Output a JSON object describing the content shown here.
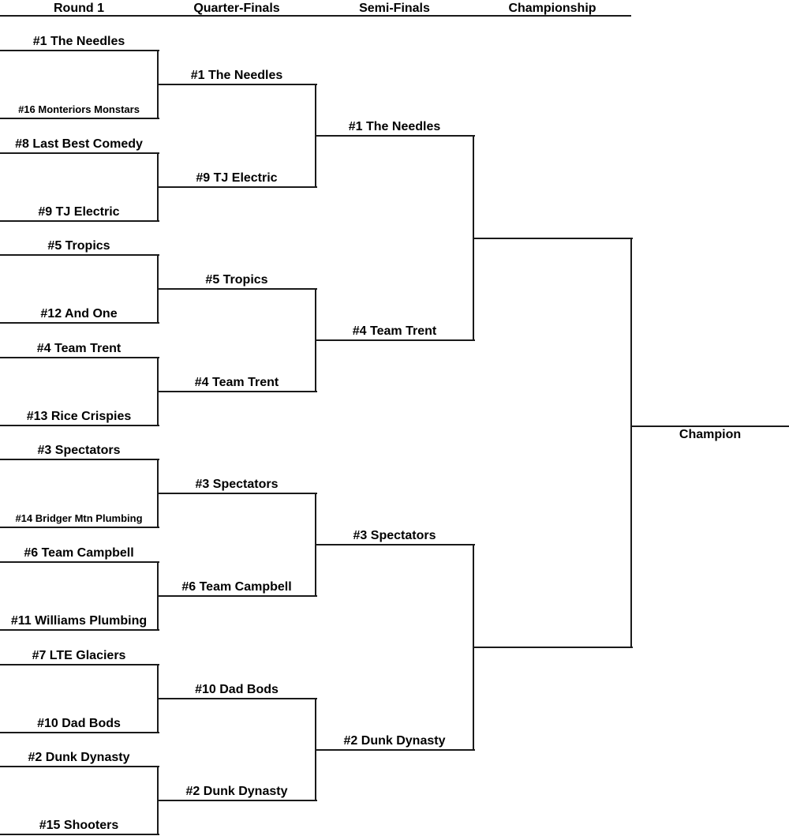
{
  "headers": [
    "Round 1",
    "Quarter-Finals",
    "Semi-Finals",
    "Championship"
  ],
  "round1": [
    "#1 The Needles",
    "#16 Monteriors Monstars",
    "#8 Last Best Comedy",
    "#9 TJ Electric",
    "#5 Tropics",
    "#12 And One",
    "#4 Team Trent",
    "#13 Rice Crispies",
    "#3 Spectators",
    "#14 Bridger Mtn Plumbing",
    "#6 Team Campbell",
    "#11 Williams Plumbing",
    "#7 LTE Glaciers",
    "#10 Dad Bods",
    "#2 Dunk Dynasty",
    "#15 Shooters"
  ],
  "quarterfinals": [
    "#1 The Needles",
    "#9 TJ Electric",
    "#5 Tropics",
    "#4 Team Trent",
    "#3 Spectators",
    "#6 Team Campbell",
    "#10 Dad Bods",
    "#2 Dunk Dynasty"
  ],
  "semifinals": [
    "#1 The Needles",
    "#4 Team Trent",
    "#3 Spectators",
    "#2 Dunk Dynasty"
  ],
  "championship": [
    "",
    ""
  ],
  "champion_label": "Champion",
  "line_color": "#1a1a1a"
}
